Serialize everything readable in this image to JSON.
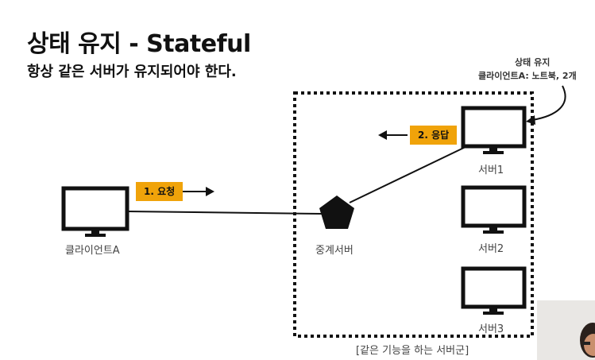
{
  "slide": {
    "title": "상태 유지 - Stateful",
    "subtitle": "항상 같은 서버가 유지되어야 한다."
  },
  "note": {
    "line1": "상태 유지",
    "line2": "클라이언트A: 노트북, 2개"
  },
  "nodes": {
    "client": "클라이언트A",
    "proxy": "중계서버",
    "server1": "서버1",
    "server2": "서버2",
    "server3": "서버3"
  },
  "tags": {
    "request": "1. 요청",
    "response": "2. 응답"
  },
  "group_caption": "[같은 기능을 하는 서버군]",
  "colors": {
    "tag": "#f0a30a",
    "ink": "#111111"
  }
}
